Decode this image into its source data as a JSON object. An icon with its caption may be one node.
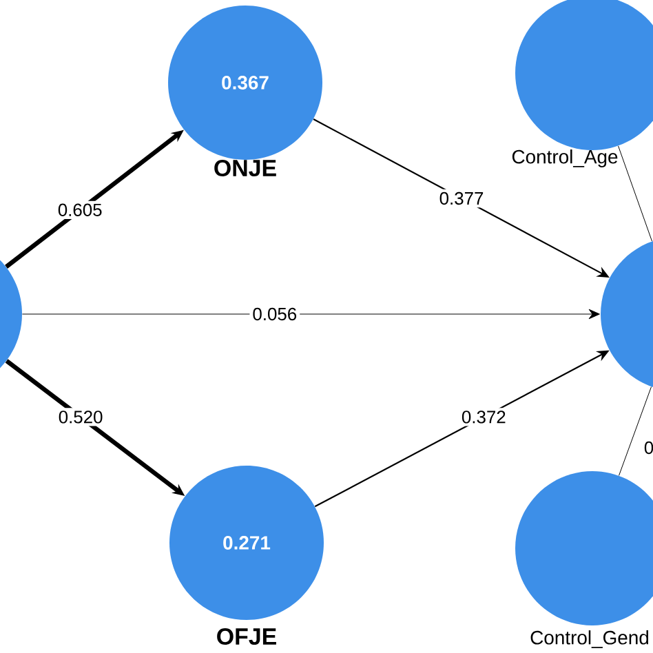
{
  "diagram": {
    "nodes": [
      {
        "text": [],
        "shape": "circle"
      },
      {
        "text": [
          "0.367"
        ],
        "beside": [
          "ONJE"
        ]
      },
      {
        "text": [
          "0.271"
        ],
        "beside": [
          "OFJE"
        ]
      },
      {
        "text": [],
        "shape": "circle",
        "beside": [
          "Control_Age"
        ]
      },
      {
        "text": [],
        "shape": "circle"
      },
      {
        "text": [],
        "shape": "circle",
        "beside": [
          "Control_Gend"
        ]
      }
    ],
    "edges": [
      {
        "from": 0,
        "to": 1,
        "arrow": "to",
        "label": "0.605",
        "style": "thick"
      },
      {
        "from": 0,
        "to": 2,
        "arrow": "to",
        "label": "0.520",
        "style": "thick"
      },
      {
        "from": 0,
        "to": 4,
        "arrow": "to",
        "label": "0.056"
      },
      {
        "from": 1,
        "to": 4,
        "arrow": "to",
        "label": "0.377"
      },
      {
        "from": 2,
        "to": 4,
        "arrow": "to",
        "label": "0.372"
      },
      {
        "from": 3,
        "to": 4,
        "arrow": "none"
      },
      {
        "from": 5,
        "to": 4,
        "arrow": "none",
        "label": "0"
      }
    ]
  }
}
